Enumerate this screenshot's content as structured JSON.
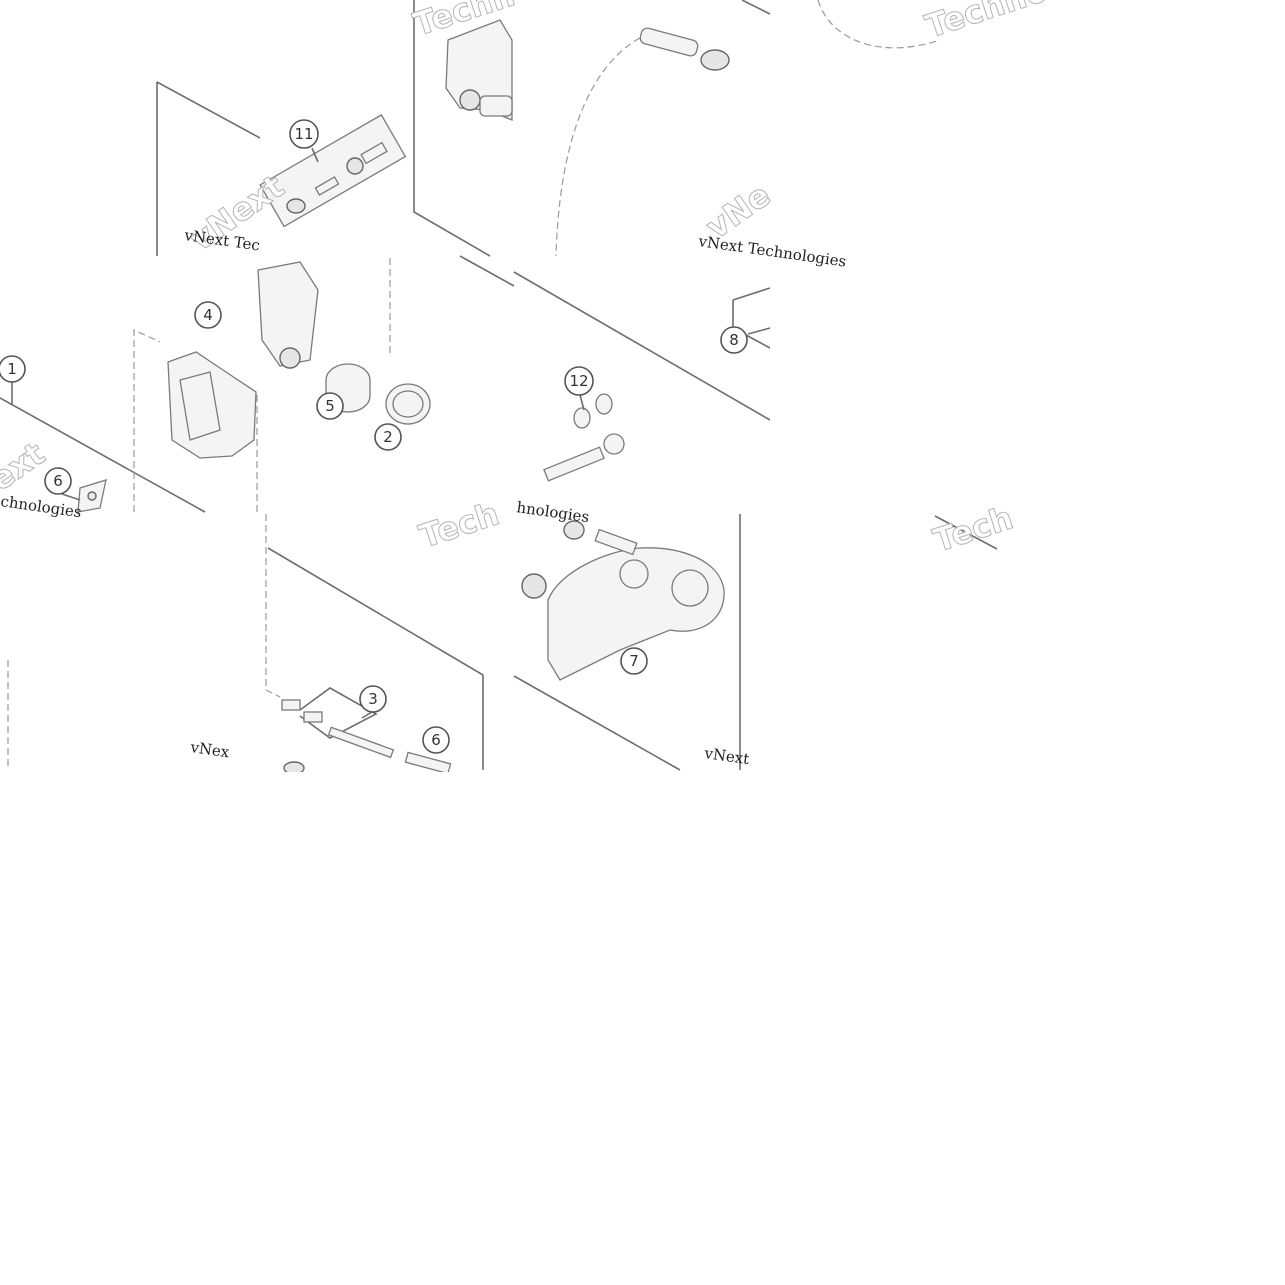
{
  "callouts": {
    "c1": "1",
    "c2": "2",
    "c3": "3",
    "c4": "4",
    "c5": "5",
    "c6a": "6",
    "c6b": "6",
    "c7": "7",
    "c8": "8",
    "c11": "11",
    "c12": "12"
  },
  "credits": {
    "t1": "vNext Tec",
    "t2": "vNext Technologies",
    "t3": "vNex",
    "t4": "vNext",
    "t5": "chnologies",
    "t6": "hnologies"
  },
  "watermarks": {
    "w1": "Techn",
    "w2": "Techno",
    "w3": "Tech",
    "w4": "Tech",
    "w5": "vNext",
    "w6": "ext",
    "w7": "vNe"
  }
}
